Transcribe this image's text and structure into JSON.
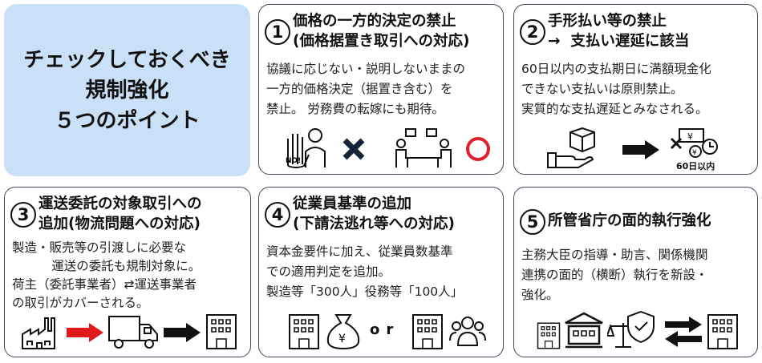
{
  "title": "チェックしておくべき\n規制強化\n５つのポイント",
  "points": [
    {
      "number": "1",
      "heading": "価格の一方的決定の禁止\n(価格据置き取引への対応)",
      "body": "協議に応じない・説明しないままの\n一方的価格決定（据置き含む）を\n禁止。 労務費の転嫁にも期待。",
      "icons": [
        "no-hand-person-icon",
        "cross-icon",
        "meeting-icon",
        "circle-ok-icon"
      ]
    },
    {
      "number": "2",
      "heading": "手形払い等の禁止\n→  支払い遅延に該当",
      "body": "60日以内の支払期日に満額現金化\nできない支払いは原則禁止。\n実質的な支払遅延とみなされる。",
      "icon_label": "60日以内",
      "icons": [
        "hand-box-icon",
        "arrow-right-icon",
        "money-clock-icon"
      ]
    },
    {
      "number": "3",
      "heading": "運送委託の対象取引への\n追加(物流問題への対応)",
      "body": "製造・販売等の引渡しに必要な\n          運送の委託も規制対象に。\n荷主（委託事業者）⇄運送事業者\nの取引がカバーされる。",
      "icons": [
        "factory-icon",
        "red-arrow-icon",
        "truck-icon",
        "arrow-right-icon",
        "building-icon"
      ]
    },
    {
      "number": "4",
      "heading": "従業員基準の追加\n(下請法逃れ等への対応)",
      "body": "資本金要件に加え、従業員数基準\nでの適用判定を追加。\n製造等「300人」役務等「100人」",
      "or_label": "or",
      "icons": [
        "building-icon",
        "money-bag-icon",
        "building-icon",
        "people-icon"
      ]
    },
    {
      "number": "5",
      "heading": "所管省庁の面的執行強化",
      "body": "主務大臣の指導・助言、関係機関\n連携の面的（横断）執行を新設・\n強化。",
      "icons": [
        "building-icon",
        "government-icon",
        "scale-shield-icon",
        "exchange-arrows-icon",
        "building-icon"
      ]
    }
  ],
  "colors": {
    "title_bg": "#c9e0f7",
    "border": "#3b4a5c",
    "ok": "#e0202a",
    "cross": "#16263a",
    "red_arrow": "#e01a1a"
  }
}
